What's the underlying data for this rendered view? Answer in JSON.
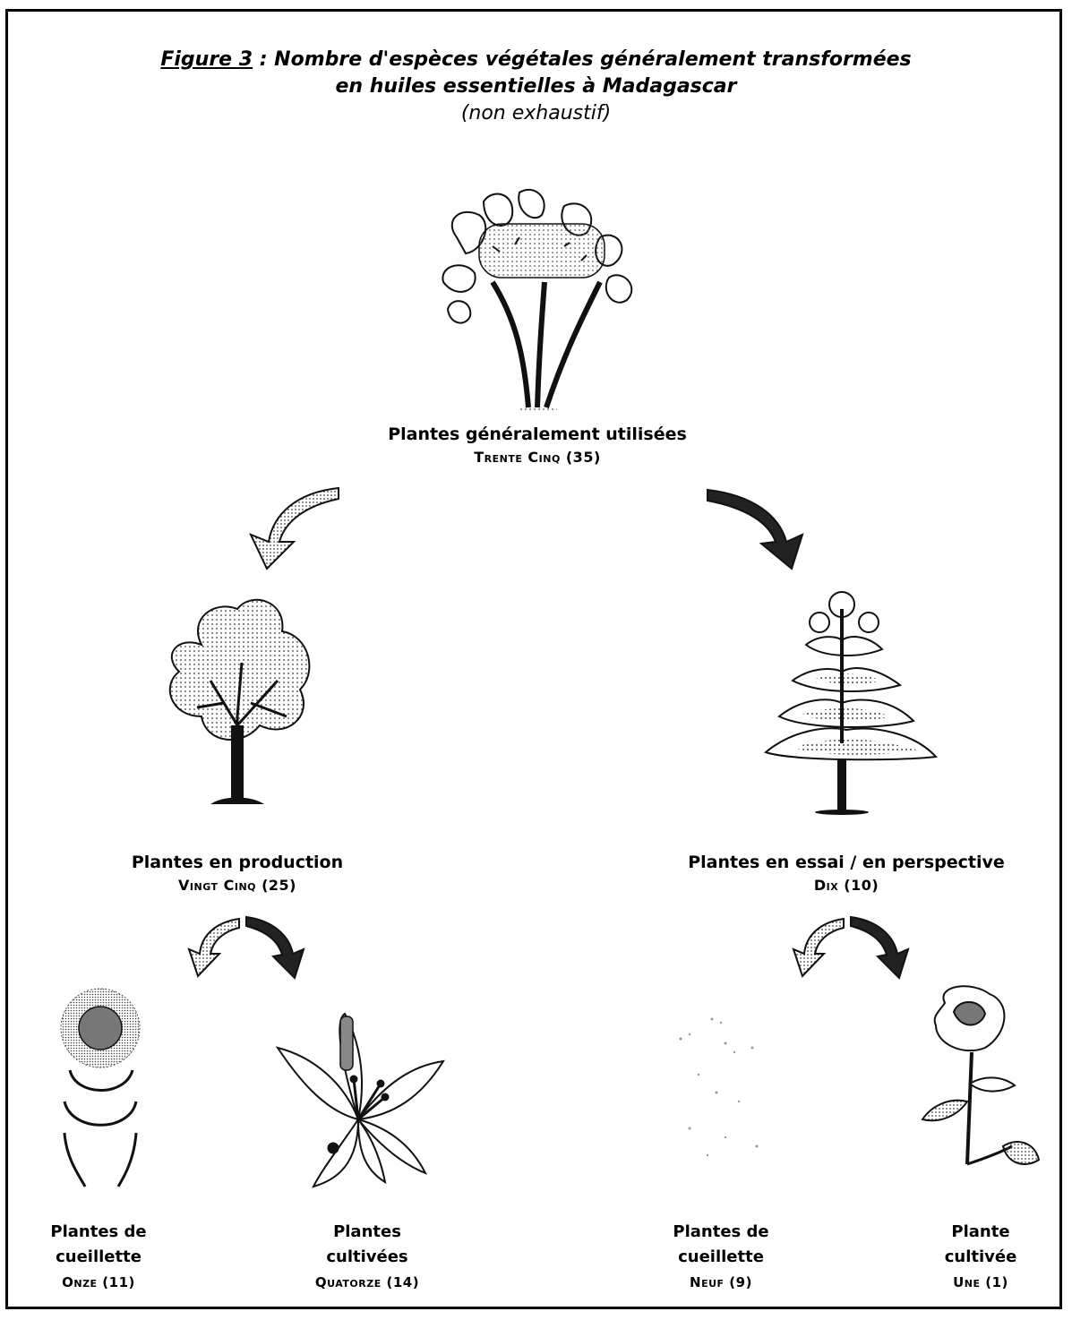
{
  "title": {
    "figure_ref": "Figure 3",
    "line1": " : Nombre  d'espèces végétales généralement transformées",
    "line2": "en huiles essentielles à Madagascar",
    "line3": "(non exhaustif)"
  },
  "root": {
    "label": "Plantes généralement utilisées",
    "count": "Trente Cinq (35)"
  },
  "production": {
    "label": "Plantes en production",
    "count": "Vingt Cinq (25)"
  },
  "trial": {
    "label": "Plantes en essai / en perspective",
    "count": "Dix (10)"
  },
  "leaves": [
    {
      "line1": "Plantes de",
      "line2": "cueillette",
      "count": "Onze (11)"
    },
    {
      "line1": "Plantes",
      "line2": "cultivées",
      "count": "Quatorze (14)"
    },
    {
      "line1": "Plantes de",
      "line2": "cueillette",
      "count": "Neuf (9)"
    },
    {
      "line1": "Plante",
      "line2": "cultivée",
      "count": "Une (1)"
    }
  ]
}
